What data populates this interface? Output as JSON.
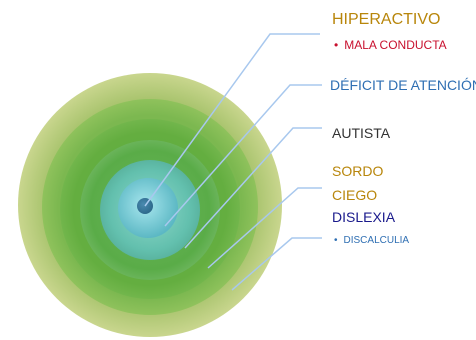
{
  "labels": {
    "hiperactivo": {
      "text": "HIPERACTIVO",
      "color": "#b8860b"
    },
    "mala_conducta": {
      "text": "MALA CONDUCTA",
      "color": "#c8102e"
    },
    "deficit_atencion": {
      "text": "DÉFICIT DE ATENCIÓN",
      "color": "#2f6fb3"
    },
    "autista": {
      "text": "AUTISTA",
      "color": "#333333"
    },
    "sordo": {
      "text": "SORDO",
      "color": "#b8860b"
    },
    "ciego": {
      "text": "CIEGO",
      "color": "#b8860b"
    },
    "dislexia": {
      "text": "DISLEXIA",
      "color": "#1a1a8c"
    },
    "discalculia": {
      "text": "DISCALCULIA",
      "color": "#2f6fb3"
    }
  },
  "rings": {
    "outer_color": "#b9c96a",
    "inner_color": "#7fd0cf",
    "leader_color": "#a8c8ee"
  }
}
